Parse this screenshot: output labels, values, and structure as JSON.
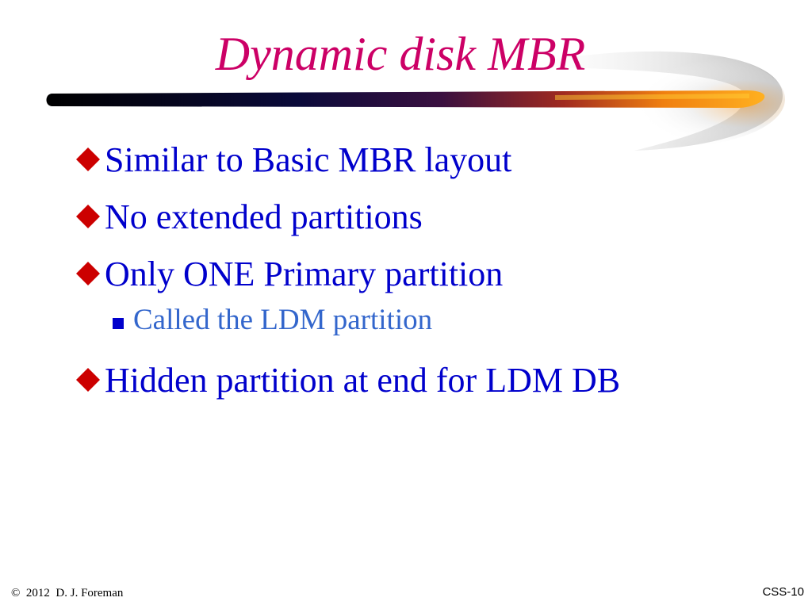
{
  "slide": {
    "title": "Dynamic disk MBR",
    "bullets": [
      {
        "level": 1,
        "text": "Similar to Basic MBR layout"
      },
      {
        "level": 1,
        "text": "No extended partitions"
      },
      {
        "level": 1,
        "text": "Only ONE Primary partition"
      },
      {
        "level": 2,
        "text": "Called the LDM partition"
      },
      {
        "level": 1,
        "text": "Hidden partition at end for LDM DB"
      }
    ],
    "footer_copyright": "©  2012  D. J. Foreman",
    "slide_number": "CSS-10"
  },
  "colors": {
    "title": "#cc0066",
    "bullet_text": "#0000cc",
    "sub_bullet_text": "#3366cc",
    "bullet_marker": "#cc0000",
    "swoosh_dark": "#0a0a2a",
    "swoosh_orange": "#ff9900"
  },
  "icons": {
    "bullet_marker": "red-diamond",
    "sub_bullet_marker": "blue-square"
  }
}
